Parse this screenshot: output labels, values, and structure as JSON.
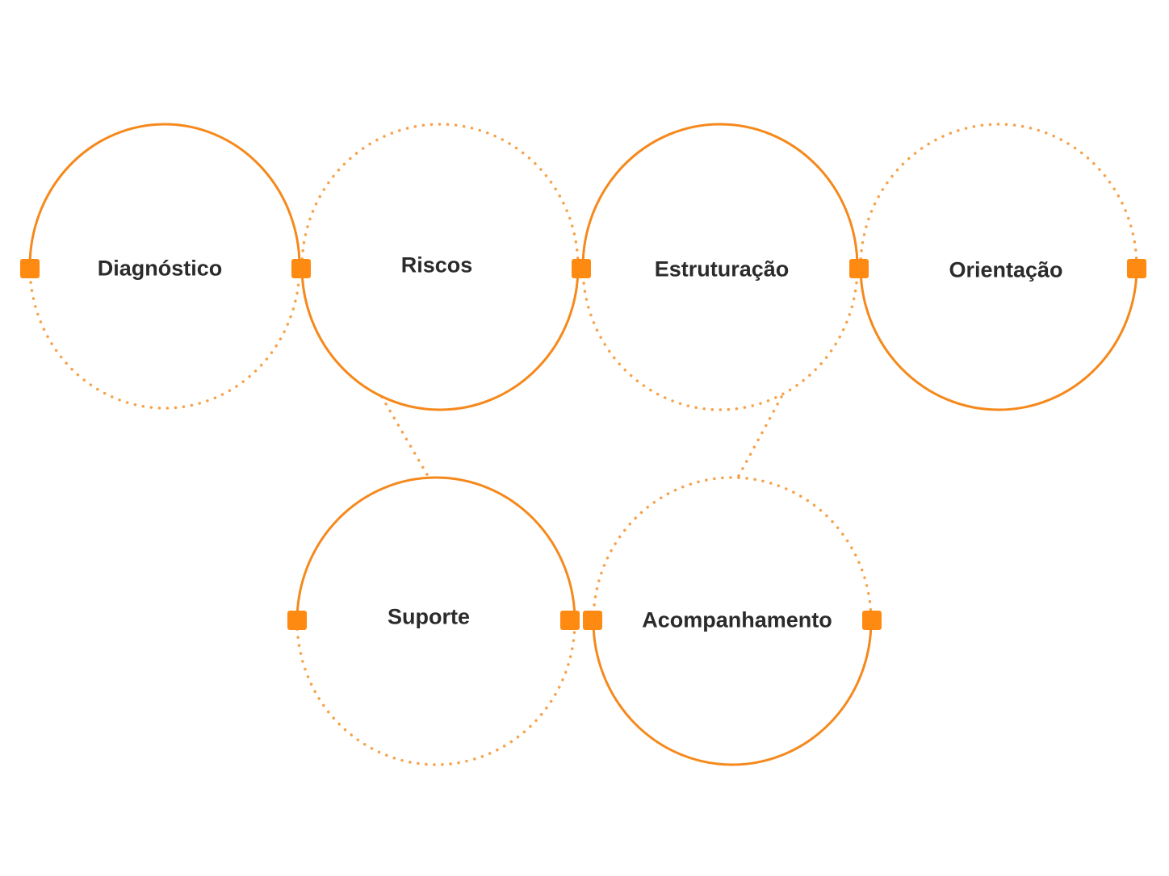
{
  "accent_color": "#F5891C",
  "node_color": "#FF8A12",
  "nodes": [
    {
      "label": "Diagnóstico",
      "solid_half": "top"
    },
    {
      "label": "Riscos",
      "solid_half": "bottom"
    },
    {
      "label": "Estruturação",
      "solid_half": "top"
    },
    {
      "label": "Orientação",
      "solid_half": "bottom"
    },
    {
      "label": "Suporte",
      "solid_half": "top"
    },
    {
      "label": "Acompanhamento",
      "solid_half": "bottom"
    }
  ],
  "connections": [
    {
      "from": "Riscos",
      "to": "Suporte",
      "style": "dotted"
    },
    {
      "from": "Estruturação",
      "to": "Acompanhamento",
      "style": "dotted"
    }
  ]
}
